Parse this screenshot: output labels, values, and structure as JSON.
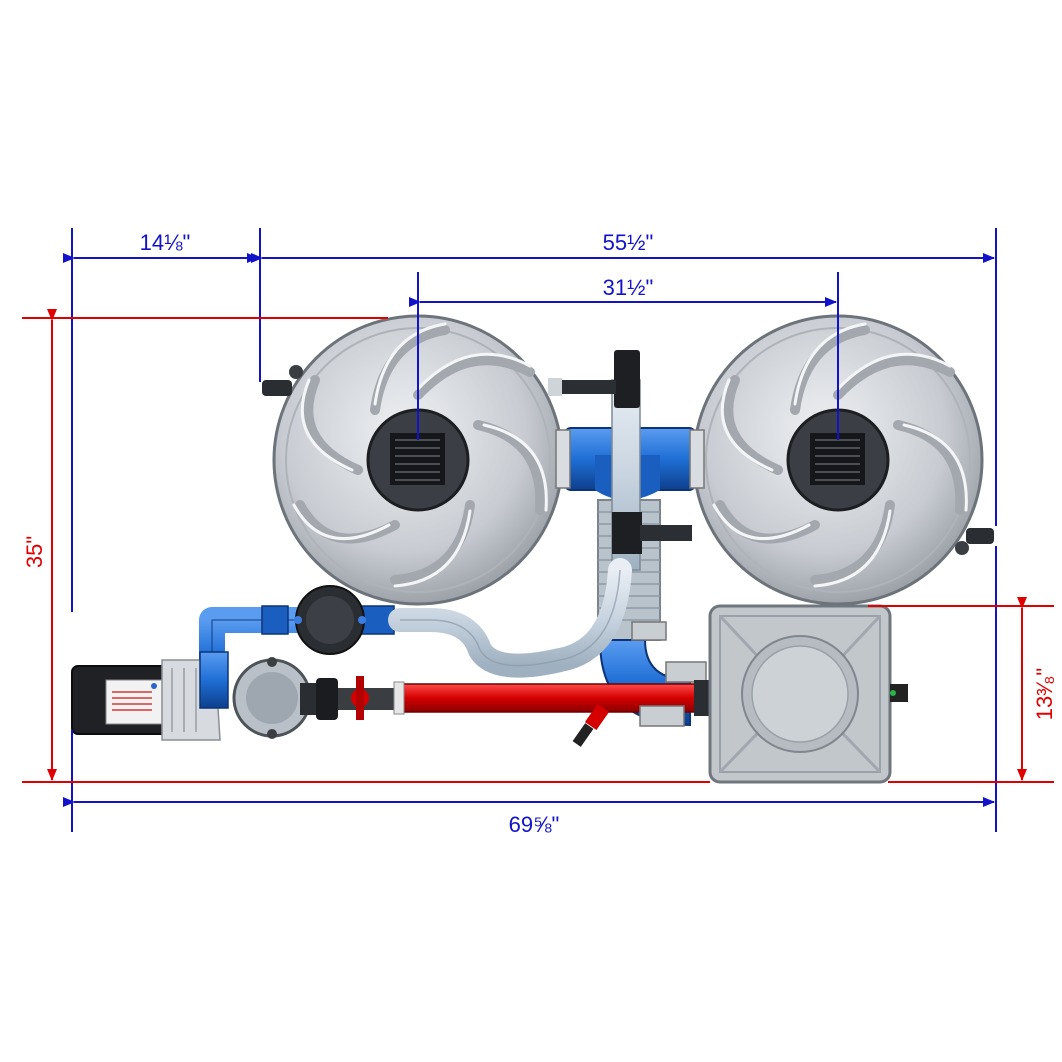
{
  "dimensions": {
    "left_offset": "14⅛\"",
    "inner_span": "55½\"",
    "filter_centers": "31½\"",
    "total_height": "35\"",
    "tank_height": "13³⁄₈\"",
    "total_width": "69⅝\""
  },
  "colors": {
    "dimension_blue": "#1212c8",
    "dimension_red": "#e00000",
    "pipe_blue": "#1f6fd6",
    "return_red": "#d40000",
    "filter_gray": "#c9ccd1",
    "tank_gray": "#c2c7cc"
  },
  "components": {
    "filters": [
      "filter-left",
      "filter-right"
    ],
    "pump": "pump-with-label",
    "tank": "square-tank",
    "valve_icon": "ball-valve-icon"
  }
}
